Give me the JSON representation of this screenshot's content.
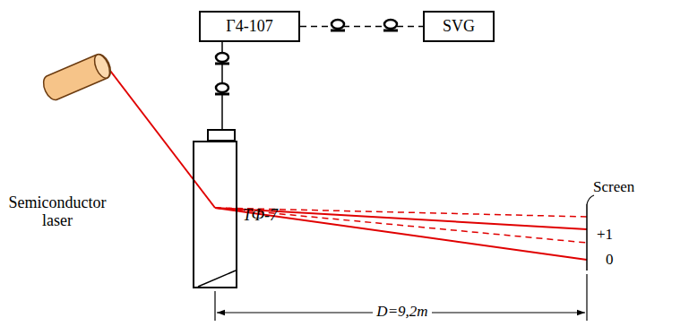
{
  "diagram": {
    "nodes": [
      {
        "text": [
          "Г4-107"
        ]
      },
      {
        "text": [
          "SVG"
        ]
      },
      {
        "text": [
          "ТФ-7"
        ]
      },
      {
        "text": [
          "Semiconductor laser"
        ]
      }
    ],
    "edges": [
      {
        "from": 0,
        "to": 1,
        "arrow": "none"
      },
      {
        "from": 0,
        "to": 2,
        "arrow": "none"
      }
    ],
    "labels": [
      "Screen",
      "+1",
      "0",
      "D=9,2m"
    ]
  }
}
